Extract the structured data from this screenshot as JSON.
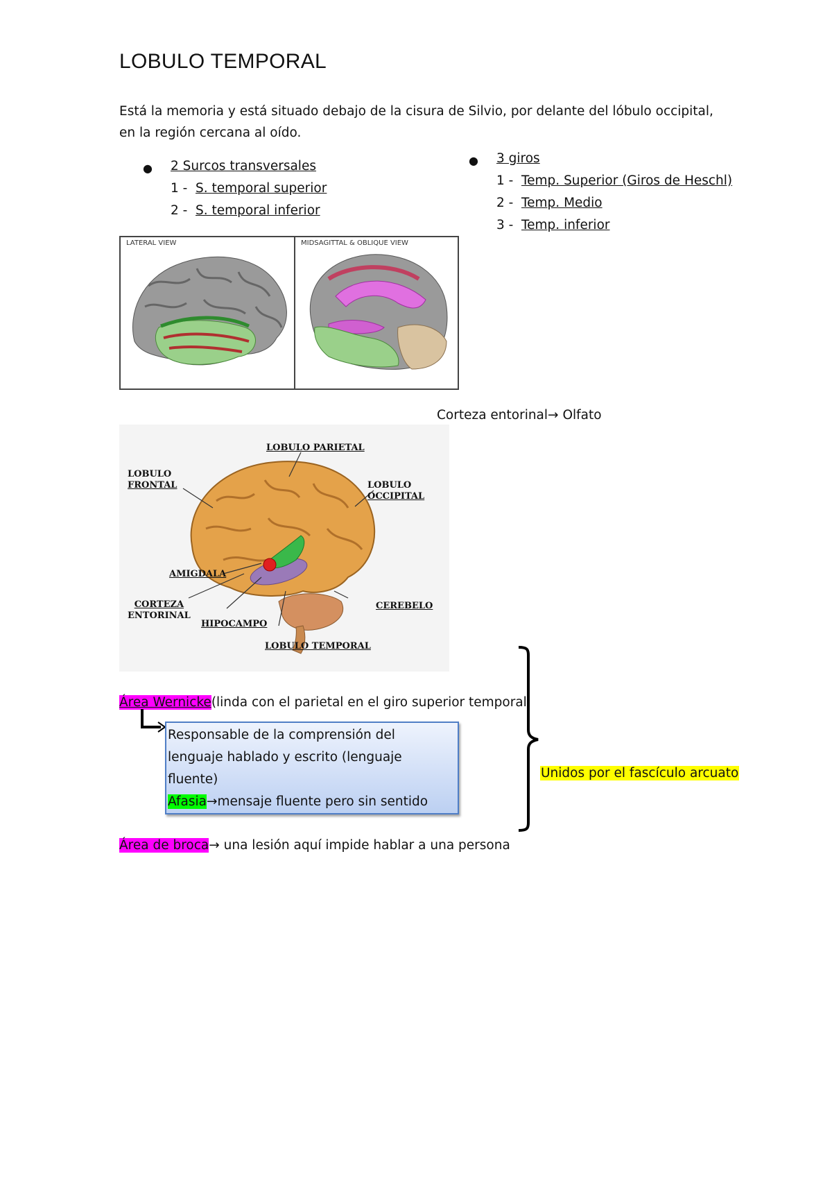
{
  "title": "LOBULO TEMPORAL",
  "intro": "Está la memoria y está situado debajo de la cisura de Silvio, por delante del lóbulo occipital, en la región cercana al oído.",
  "surcos": {
    "heading": "2 Surcos transversales",
    "items": [
      {
        "num": "1 -",
        "label": "S. temporal superior"
      },
      {
        "num": "2 -",
        "label": "S. temporal inferior"
      }
    ]
  },
  "giros": {
    "heading": "3 giros",
    "items": [
      {
        "num": "1 -",
        "label": "Temp. Superior (Giros de Heschl)"
      },
      {
        "num": "2 -",
        "label": "Temp. Medio"
      },
      {
        "num": "3 -",
        "label": "Temp. inferior"
      }
    ]
  },
  "figure1": {
    "left_caption": "LATERAL VIEW",
    "right_caption": "MIDSAGITTAL & OBLIQUE VIEW"
  },
  "corteza_note": "Corteza entorinal",
  "corteza_target": "Olfato",
  "figure2": {
    "labels": {
      "parietal": "LOBULO PARIETAL",
      "frontal_1": "LOBULO",
      "frontal_2": "FRONTAL",
      "occipital_1": "LOBULO",
      "occipital_2": "OCCIPITAL",
      "amigdala": "AMIGDALA",
      "corteza_1": "CORTEZA",
      "corteza_2": "ENTORINAL",
      "hipocampo": "HIPOCAMPO",
      "cerebelo": "CEREBELO",
      "temporal": "LOBULO TEMPORAL"
    }
  },
  "wernicke": {
    "term": "Área Wernicke",
    "desc": "(linda con el parietal en el giro superior temporal",
    "box_lines": [
      "Responsable de la comprensión del",
      "lenguaje hablado y escrito (lenguaje",
      "fluente)"
    ],
    "afasia_term": "Afasia",
    "afasia_desc": "mensaje fluente pero sin sentido"
  },
  "fasciculo": "Unidos por el fascículo arcuato",
  "broca": {
    "term": "Área de broca",
    "desc": " una lesión aquí impide hablar a una persona"
  },
  "arrow_glyph": "→"
}
